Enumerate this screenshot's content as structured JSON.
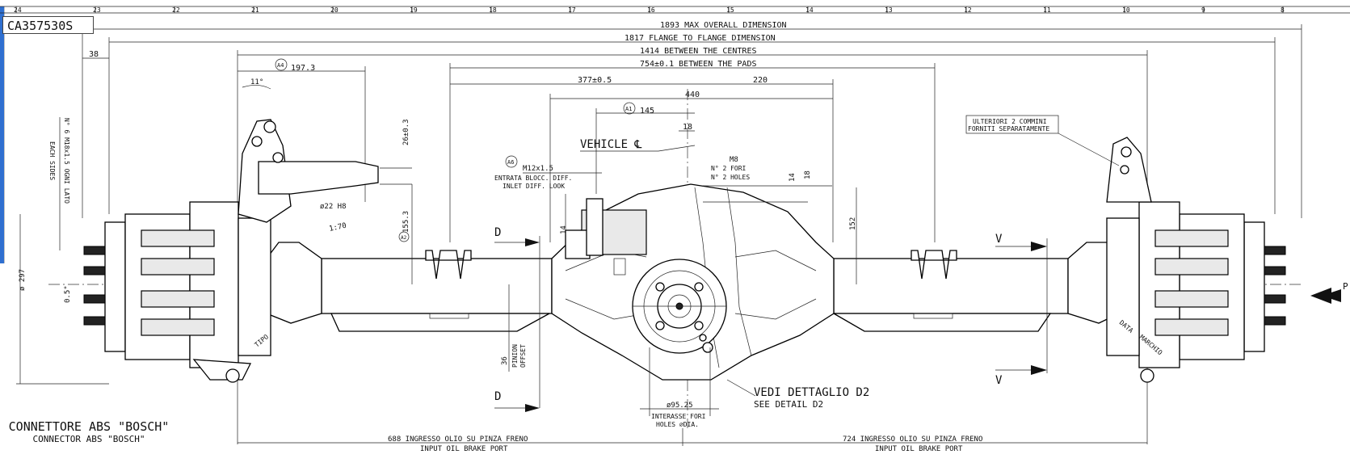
{
  "drawing_id": "CA357530S",
  "ruler": {
    "zones": [
      "24",
      "23",
      "22",
      "21",
      "20",
      "19",
      "18",
      "17",
      "16",
      "15",
      "14",
      "13",
      "12",
      "11",
      "10",
      "9",
      "8"
    ]
  },
  "dimensions": {
    "max_overall": "1893  MAX OVERALL DIMENSION",
    "flange": "1817  FLANGE TO FLANGE DIMENSION",
    "centres": "1414  BETWEEN THE CENTRES",
    "pads": "754±0.1  BETWEEN THE PADS",
    "d377": "377±0.5",
    "d220": "220",
    "d440": "440",
    "d145": "145",
    "d18a": "18",
    "d197": "197.3",
    "d38": "38",
    "d11": "11°",
    "d26": "26±0.3",
    "d155": "155.3",
    "d22": "ø22 H8",
    "d170": "1:70",
    "d297": "ø 297",
    "d05": "0.5°",
    "d152": "152",
    "d14a": "14",
    "d18b": "18",
    "d14b": "14",
    "d36": "36",
    "d9525": "ø95.25",
    "brake_left": "688  INGRESSO OLIO SU PINZA FRENO",
    "brake_right": "724  INGRESSO OLIO SU PINZA FRENO",
    "brake_sub": "INPUT OIL BRAKE PORT"
  },
  "callouts": {
    "a1": "A1",
    "a2": "A2",
    "a4": "A4",
    "a6": "A6",
    "m12": "M12x1.5",
    "entrata": "ENTRATA BLOCC. DIFF.",
    "inlet": "INLET DIFF. LOOK",
    "m8": "M8",
    "for2": "N° 2 FORI",
    "holes2": "N° 2 HOLES",
    "vehicle": "VEHICLE ℄",
    "m18_it": "N° 6 M18x1.5 OGNI LATO",
    "m18_en": "EACH SIDES",
    "ulteriori1": "ULTERIORI 2 COMMINI",
    "ulteriori2": "FORNITI SEPARATAMENTE",
    "pinion1": "PINION",
    "pinion2": "OFFSET",
    "interasse1": "INTERASSE FORI",
    "interasse2": "HOLES ∅DIA.",
    "vedi": "VEDI DETTAGLIO  D2",
    "see": "SEE DETAIL  D2",
    "d_mark": "D",
    "v_mark": "V",
    "p_mark": "P",
    "data": "DATA",
    "marchio": "MARCHIO",
    "tipo": "TIPO"
  },
  "connector": {
    "line1": "CONNETTORE ABS \"BOSCH\"",
    "line2": "CONNECTOR ABS \"BOSCH\""
  }
}
